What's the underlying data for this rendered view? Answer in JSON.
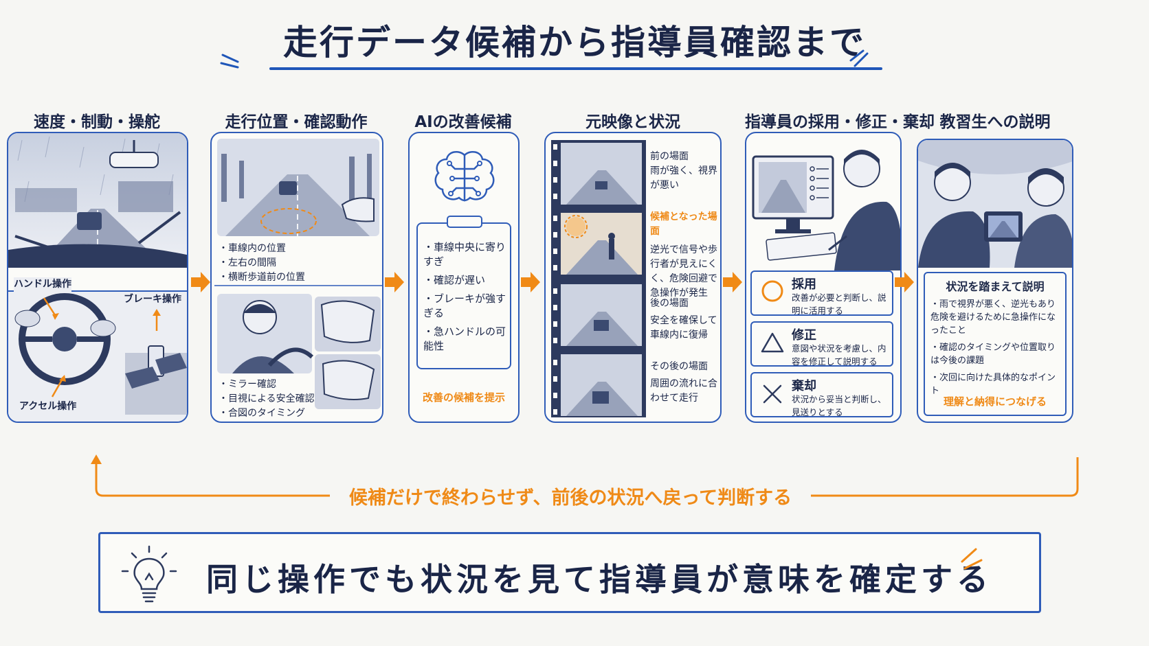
{
  "title": "走行データ候補から指導員確認まで",
  "columns": [
    {
      "heading": "速度・制動・操舵",
      "labels": {
        "steering": "ハンドル操作",
        "brake": "ブレーキ操作",
        "accel": "アクセル操作"
      }
    },
    {
      "heading": "走行位置・確認動作",
      "bullets_top": [
        "車線内の位置",
        "左右の間隔",
        "横断歩道前の位置"
      ],
      "bullets_bottom": [
        "ミラー確認",
        "目視による安全確認",
        "合図のタイミング"
      ]
    },
    {
      "heading": "AIの改善候補",
      "bullets": [
        "車線中央に寄りすぎ",
        "確認が遅い",
        "ブレーキが強すぎる",
        "急ハンドルの可能性"
      ],
      "footer": "改善の候補を提示"
    },
    {
      "heading": "元映像と状況",
      "frames": [
        {
          "title": "前の場面",
          "text": "雨が強く、視界が悪い",
          "highlight": false
        },
        {
          "title": "候補となった場面",
          "text": "逆光で信号や歩行者が見えにくく、危険回避で急操作が発生",
          "highlight": true
        },
        {
          "title": "後の場面",
          "text": "安全を確保して車線内に復帰",
          "highlight": false
        },
        {
          "title": "その後の場面",
          "text": "周囲の流れに合わせて走行",
          "highlight": false
        }
      ]
    },
    {
      "heading": "指導員の採用・修正・棄却",
      "options": [
        {
          "symbol": "○",
          "title": "採用",
          "desc": "改善が必要と判断し、説明に活用する"
        },
        {
          "symbol": "△",
          "title": "修正",
          "desc": "意図や状況を考慮し、内容を修正して説明する"
        },
        {
          "symbol": "✕",
          "title": "棄却",
          "desc": "状況から妥当と判断し、見送りとする"
        }
      ]
    },
    {
      "heading": "教習生への説明",
      "subheading": "状況を踏まえて説明",
      "bullets": [
        "雨で視界が悪く、逆光もあり危険を避けるために急操作になったこと",
        "確認のタイミングや位置取りは今後の課題",
        "次回に向けた具体的なポイント"
      ],
      "footer": "理解と納得につなげる"
    }
  ],
  "loop_label": "候補だけで終わらせず、前後の状況へ戻って判断する",
  "bottom_message": "同じ操作でも状況を見て指導員が意味を確定する",
  "colors": {
    "accent_blue": "#2f5cb8",
    "accent_orange": "#f08a16",
    "title_text": "#1a2547"
  },
  "icons": [
    "brain-icon",
    "clipboard-icon",
    "lightbulb-icon",
    "arrow-right-icon",
    "circle-icon",
    "triangle-icon",
    "cross-icon"
  ]
}
